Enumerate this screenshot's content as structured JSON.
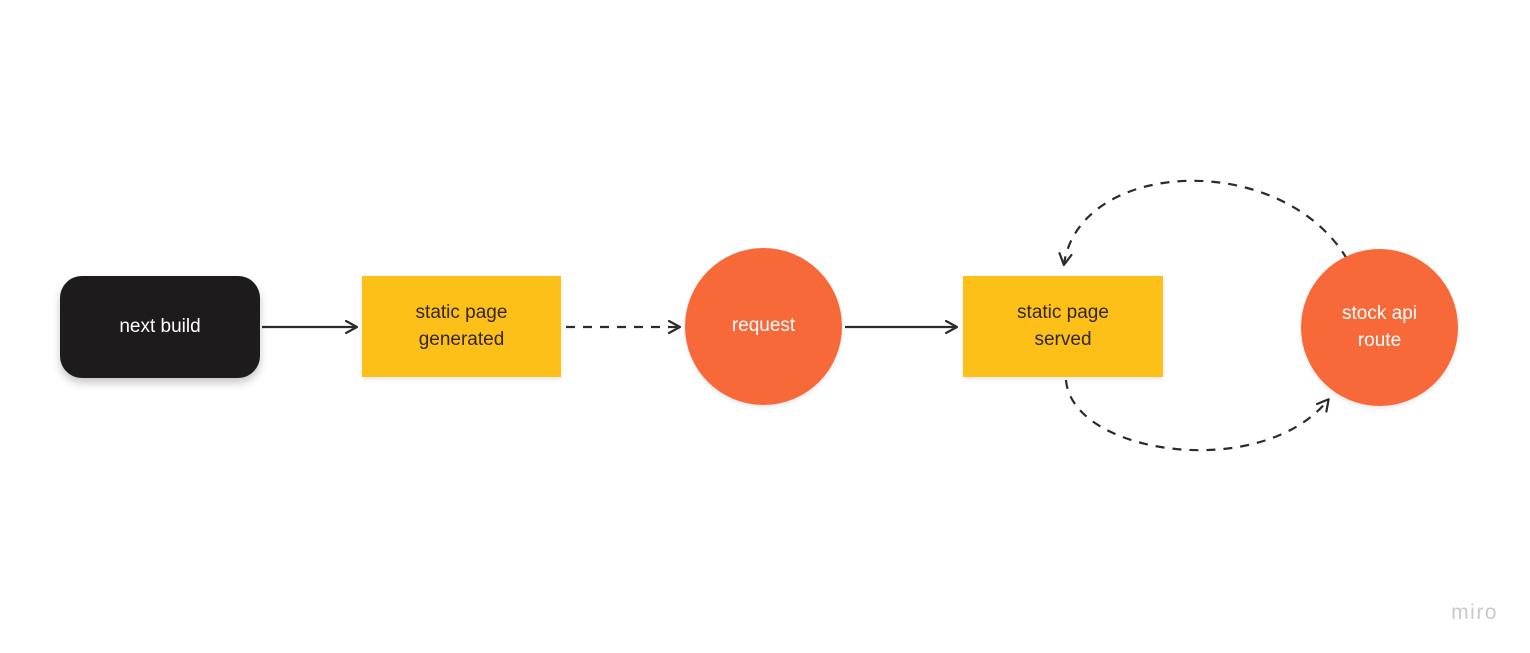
{
  "canvas": {
    "watermark": "miro"
  },
  "colors": {
    "canvas_bg": "#ffffff",
    "black_node": "#1d1b1b",
    "yellow_node": "#fcc019",
    "orange_node": "#f8693a",
    "connector": "#2b2b2b",
    "dark_text": "#33261b",
    "light_text": "#ffffff",
    "watermark": "#c9c9c9"
  },
  "diagram": {
    "nodes": [
      {
        "id": "next-build",
        "label": "next build",
        "shape": "rounded-rect",
        "fill": "black"
      },
      {
        "id": "static-page-generated",
        "label": "static page generated",
        "shape": "rect",
        "fill": "yellow"
      },
      {
        "id": "request",
        "label": "request",
        "shape": "circle",
        "fill": "orange"
      },
      {
        "id": "static-page-served",
        "label": "static page served",
        "shape": "rect",
        "fill": "yellow"
      },
      {
        "id": "stock-api-route",
        "label": "stock api route",
        "shape": "circle",
        "fill": "orange"
      }
    ],
    "connectors": [
      {
        "from": "next-build",
        "to": "static-page-generated",
        "style": "solid",
        "arrow": "end"
      },
      {
        "from": "static-page-generated",
        "to": "request",
        "style": "dashed",
        "arrow": "end"
      },
      {
        "from": "request",
        "to": "static-page-served",
        "style": "solid",
        "arrow": "end"
      },
      {
        "from": "stock-api-route",
        "to": "static-page-served",
        "style": "dashed-curved",
        "arrow": "end"
      },
      {
        "from": "static-page-served",
        "to": "stock-api-route",
        "style": "dashed-curved",
        "arrow": "end"
      }
    ]
  }
}
